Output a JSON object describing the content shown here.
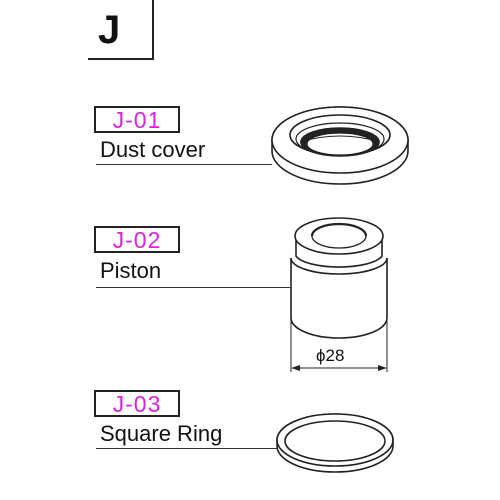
{
  "section": {
    "letter": "J"
  },
  "parts": [
    {
      "code": "J-01",
      "name": "Dust cover"
    },
    {
      "code": "J-02",
      "name": "Piston",
      "dimension": "ϕ28"
    },
    {
      "code": "J-03",
      "name": "Square Ring"
    }
  ],
  "colors": {
    "code_text": "#e020e0",
    "line": "#222222"
  }
}
